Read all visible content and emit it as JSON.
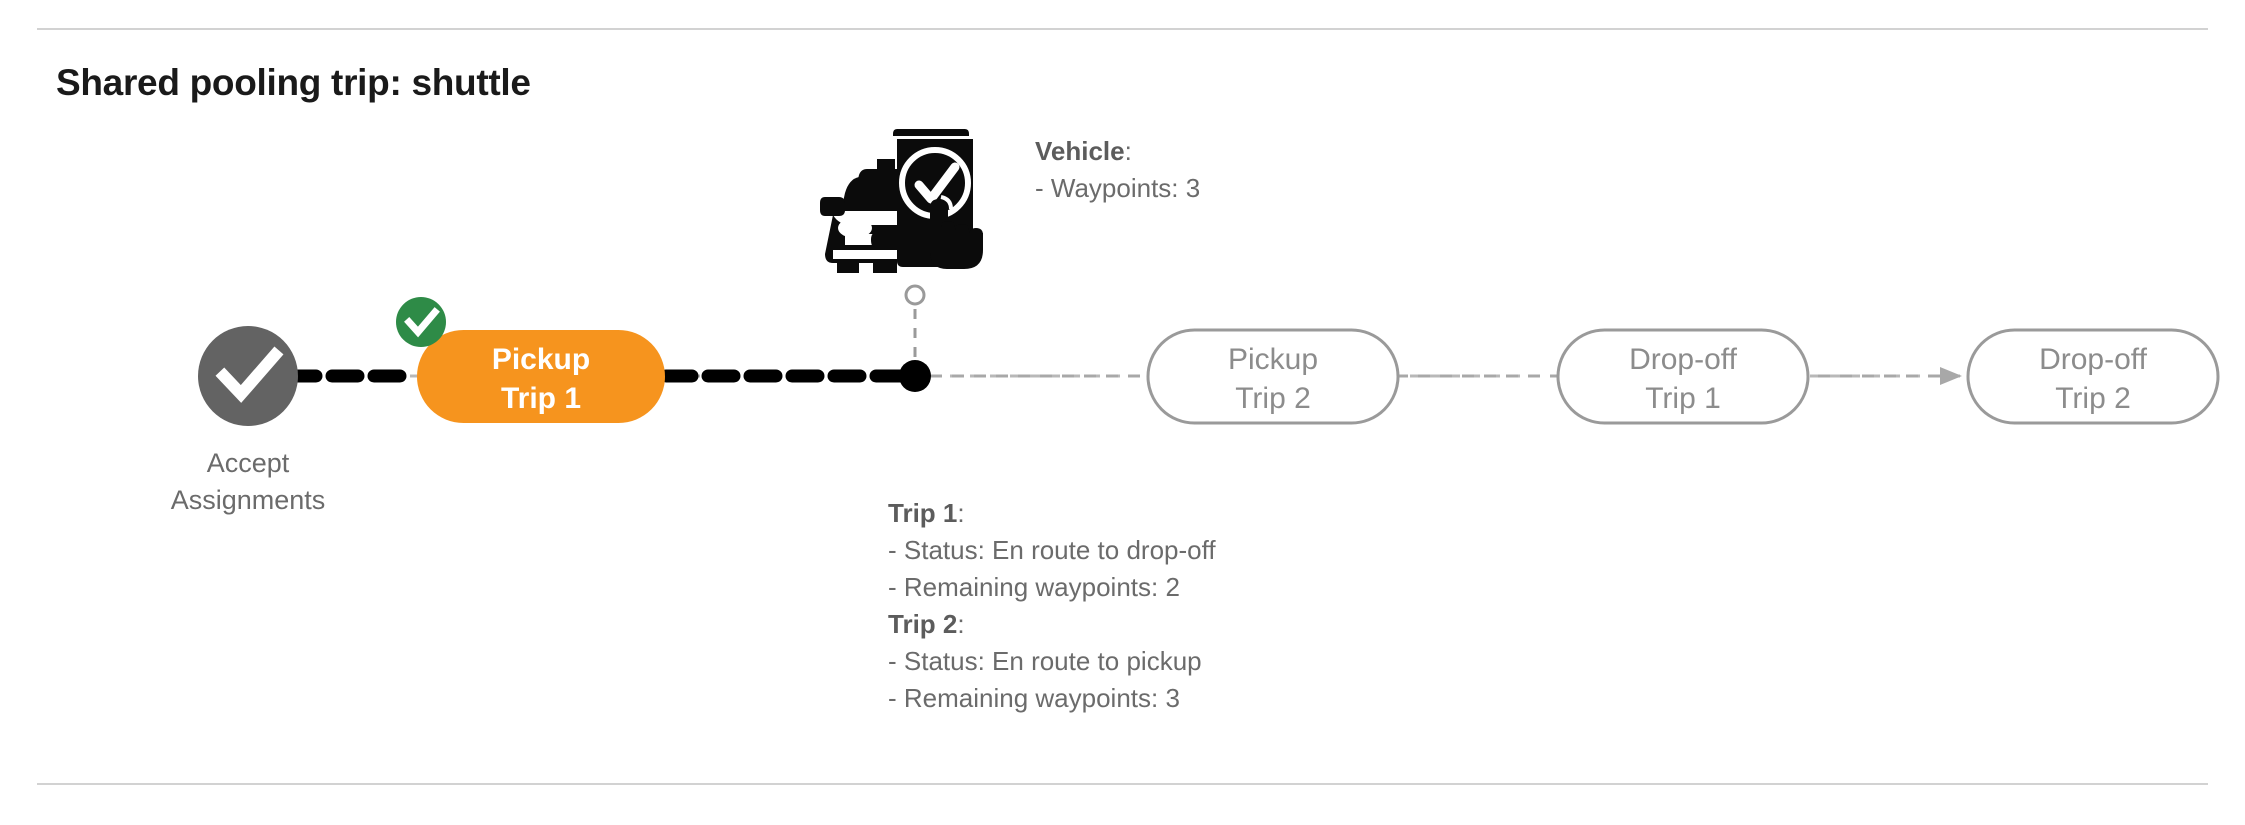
{
  "page": {
    "title": "Shared pooling trip: shuttle",
    "divider_color": "#d2d2d2",
    "background": "#ffffff"
  },
  "colors": {
    "accent_orange": "#f6941e",
    "status_green": "#2e8b47",
    "node_gray": "#636363",
    "outline_gray": "#9a9a9a",
    "text_gray": "#6b6b6b",
    "active_path": "#000000",
    "future_path": "#b0b0b0"
  },
  "timeline": {
    "start_node": {
      "type": "completed-circle",
      "icon": "check-icon",
      "caption": "Accept\nAssignments",
      "fill": "#636363"
    },
    "nodes": [
      {
        "id": "pickup-trip-1",
        "label": "Pickup\nTrip 1",
        "state": "completed",
        "style": "filled",
        "fill": "#f6941e",
        "badge": {
          "icon": "check-badge-icon",
          "color": "#2e8b47"
        }
      },
      {
        "id": "pickup-trip-2",
        "label": "Pickup\nTrip 2",
        "state": "upcoming",
        "style": "outlined"
      },
      {
        "id": "drop-off-trip-1",
        "label": "Drop-off\nTrip 1",
        "state": "upcoming",
        "style": "outlined"
      },
      {
        "id": "drop-off-trip-2",
        "label": "Drop-off\nTrip 2",
        "state": "upcoming",
        "style": "outlined"
      }
    ],
    "vehicle_marker": {
      "icon": "vehicle-phone-check-icon",
      "position_label": "current-position-dot"
    }
  },
  "annotations": {
    "vehicle": {
      "heading": "Vehicle",
      "heading_suffix": ":",
      "lines": [
        "- Waypoints: 3"
      ]
    },
    "trips": [
      {
        "heading": "Trip 1",
        "heading_suffix": ":",
        "lines": [
          "- Status:  En route to drop-off",
          "- Remaining waypoints: 2"
        ]
      },
      {
        "heading": "Trip 2",
        "heading_suffix": ":",
        "lines": [
          "- Status:  En route to pickup",
          "- Remaining waypoints: 3"
        ]
      }
    ]
  }
}
